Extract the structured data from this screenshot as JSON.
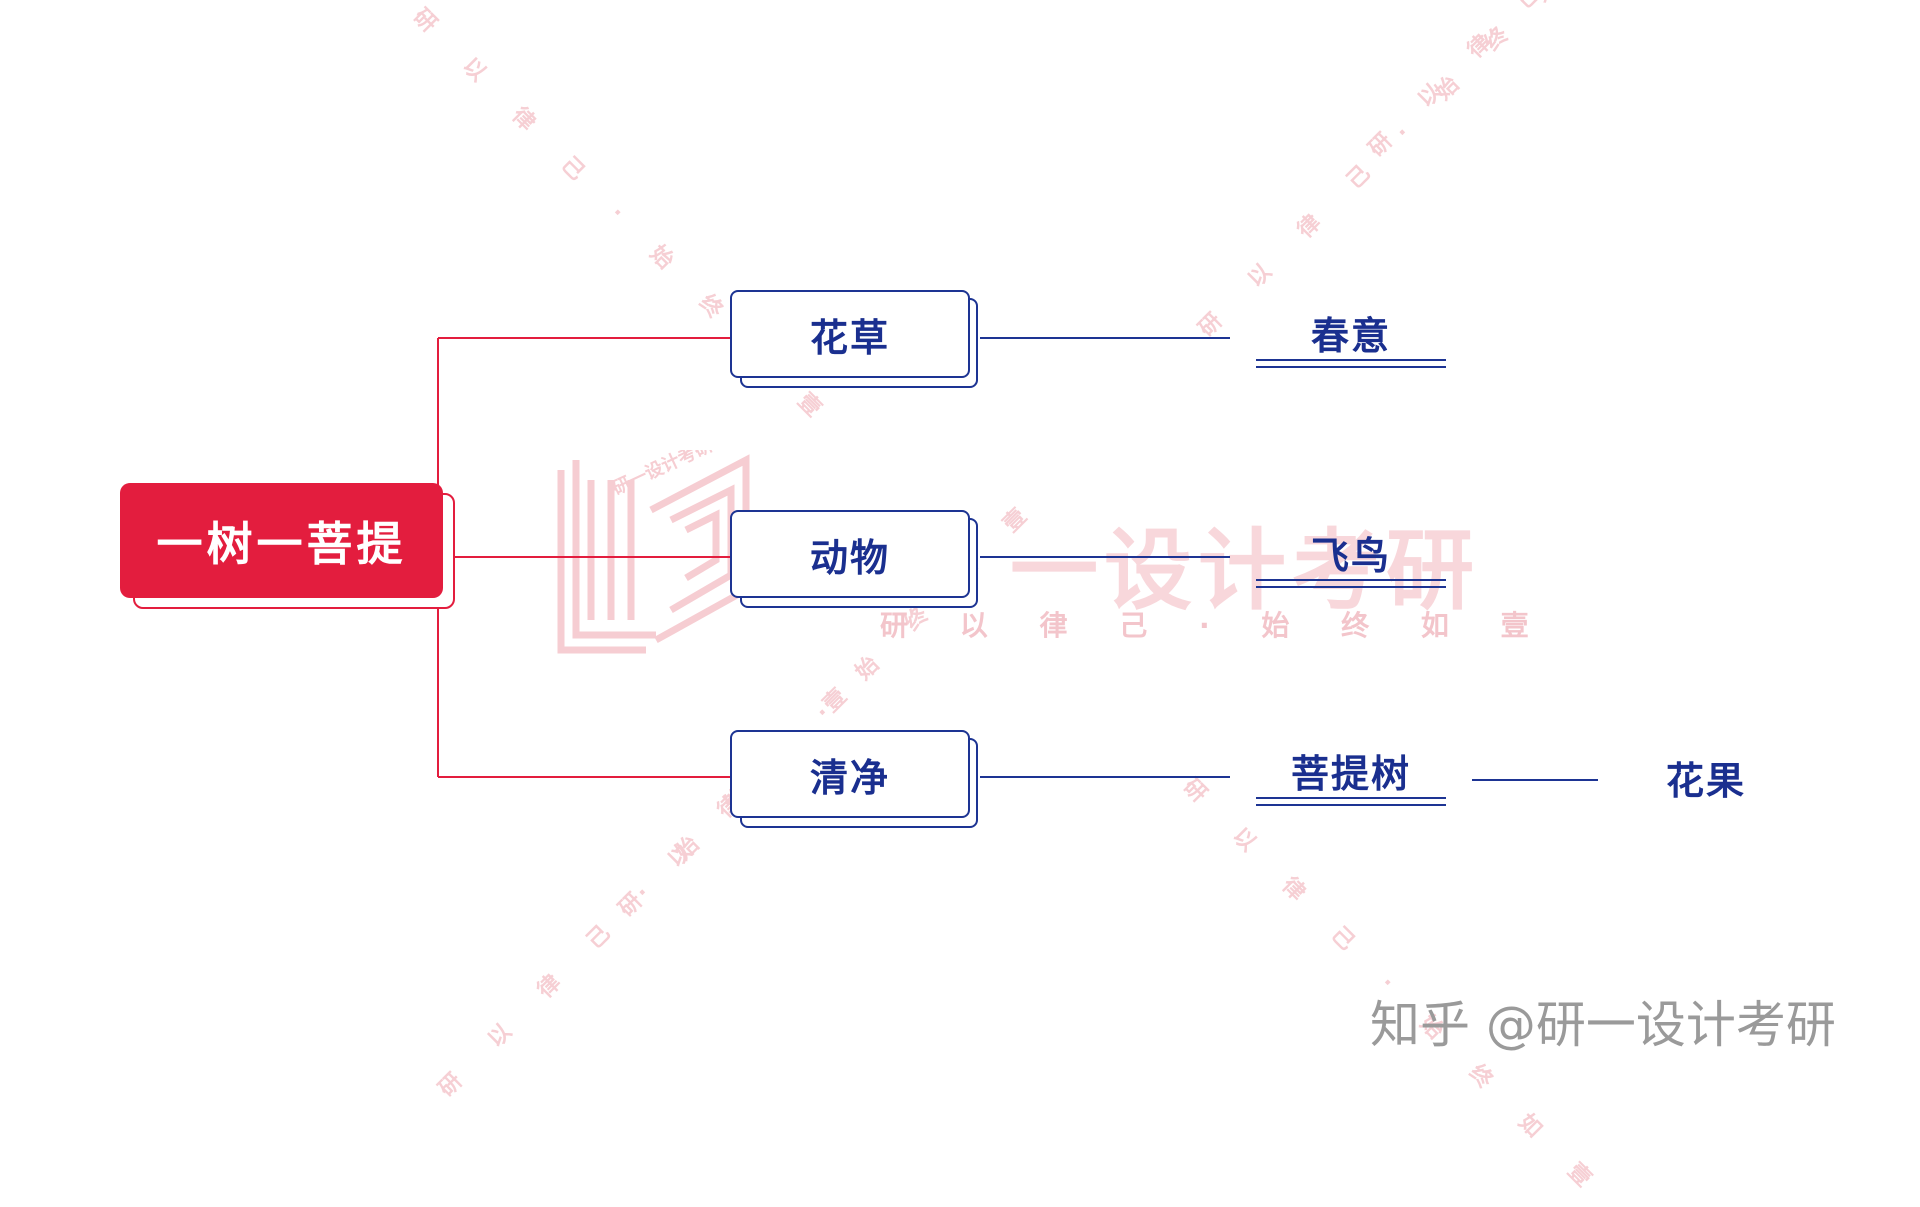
{
  "watermark": {
    "motto": "研 以 律 己 · 始 终 如 壹",
    "brand": "一设计考研",
    "logo_text": "研一设计考研"
  },
  "root": {
    "label": "一树一菩提"
  },
  "branches": [
    {
      "label": "花草",
      "child": "春意"
    },
    {
      "label": "动物",
      "child": "飞鸟"
    },
    {
      "label": "清净",
      "child": "菩提树",
      "grandchild": "花果"
    }
  ],
  "credit": {
    "platform": "知乎",
    "handle": "@研一设计考研"
  },
  "colors": {
    "root": "#e31d3e",
    "node": "#1d3493",
    "watermark": "#f6cfd4"
  }
}
